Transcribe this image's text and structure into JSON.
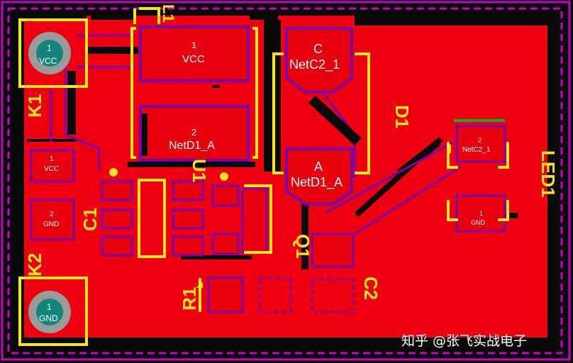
{
  "board": {
    "colors": {
      "background": "#0a0a0a",
      "copper": "#ee0010",
      "keepout": "#c800c8",
      "silkscreen": "#f5e51c",
      "solder_mask_outline": "#7a00a8",
      "via_ring": "#9a9a9a",
      "via_hole": "#14857a"
    }
  },
  "designators": {
    "k1": "K1",
    "k2": "K2",
    "c1": "C1",
    "c2": "C2",
    "d1": "D1",
    "u1": "U1",
    "q1": "Q1",
    "r1": "R1",
    "l1": "L1",
    "led1": "LED1"
  },
  "pads": {
    "k1_pin_number": "1",
    "k1_net": "VCC",
    "k2_pin_number": "1",
    "k2_net": "GND",
    "l1_pin1_number": "1",
    "l1_pin1_net": "VCC",
    "l1_pin2_number": "2",
    "l1_pin2_net": "NetD1_A",
    "d1_c_letter": "C",
    "d1_c_net": "NetC2_1",
    "d1_a_letter": "A",
    "d1_a_net": "NetD1_A",
    "c1_pin1_number": "1",
    "c1_pin1_net": "VCC",
    "c1_pin2_number": "2",
    "c1_pin2_net": "GND",
    "led1_pin2_number": "2",
    "led1_pin2_net": "NetC2_1",
    "led1_pin1_number": "1",
    "led1_pin1_net": "GND"
  },
  "watermark": {
    "text": "知乎 @张飞实战电子"
  }
}
